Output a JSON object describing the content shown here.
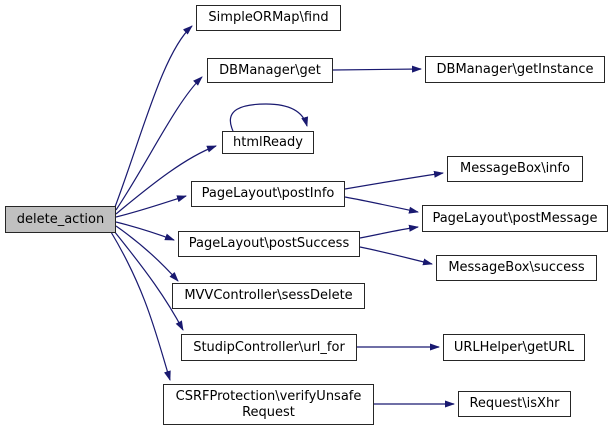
{
  "diagram": {
    "type": "call-graph",
    "colors": {
      "edge_color": "#191970",
      "node_border": "#262626",
      "node_fill": "#ffffff",
      "highlight_fill": "#c0c0c0",
      "bg": "#ffffff",
      "text": "#000000"
    },
    "nodes": [
      {
        "id": "delete_action",
        "label": "delete_action",
        "highlighted": true
      },
      {
        "id": "simpleormap_find",
        "label": "SimpleORMap\\find"
      },
      {
        "id": "dbmanager_get",
        "label": "DBManager\\get"
      },
      {
        "id": "htmlready",
        "label": "htmlReady"
      },
      {
        "id": "pagelayout_postinfo",
        "label": "PageLayout\\postInfo"
      },
      {
        "id": "pagelayout_postsuccess",
        "label": "PageLayout\\postSuccess"
      },
      {
        "id": "mvvcontroller_sessdelete",
        "label": "MVVController\\sessDelete"
      },
      {
        "id": "studipcontroller_url_for",
        "label": "StudipController\\url_for"
      },
      {
        "id": "csrfprotection_verifyunsaferequest",
        "label": "CSRFProtection\\verifyUnsafe Request"
      },
      {
        "id": "dbmanager_getinstance",
        "label": "DBManager\\getInstance"
      },
      {
        "id": "messagebox_info",
        "label": "MessageBox\\info"
      },
      {
        "id": "pagelayout_postmessage",
        "label": "PageLayout\\postMessage"
      },
      {
        "id": "messagebox_success",
        "label": "MessageBox\\success"
      },
      {
        "id": "urlhelper_geturl",
        "label": "URLHelper\\getURL"
      },
      {
        "id": "request_isxhr",
        "label": "Request\\isXhr"
      }
    ],
    "edges": [
      {
        "from": "delete_action",
        "to": "SimpleORMap\\find"
      },
      {
        "from": "delete_action",
        "to": "DBManager\\get"
      },
      {
        "from": "delete_action",
        "to": "htmlReady"
      },
      {
        "from": "delete_action",
        "to": "PageLayout\\postInfo"
      },
      {
        "from": "delete_action",
        "to": "PageLayout\\postSuccess"
      },
      {
        "from": "delete_action",
        "to": "MVVController\\sessDelete"
      },
      {
        "from": "delete_action",
        "to": "StudipController\\url_for"
      },
      {
        "from": "delete_action",
        "to": "CSRFProtection\\verifyUnsafeRequest"
      },
      {
        "from": "DBManager\\get",
        "to": "DBManager\\getInstance"
      },
      {
        "from": "htmlReady",
        "to": "htmlReady"
      },
      {
        "from": "PageLayout\\postInfo",
        "to": "MessageBox\\info"
      },
      {
        "from": "PageLayout\\postInfo",
        "to": "PageLayout\\postMessage"
      },
      {
        "from": "PageLayout\\postSuccess",
        "to": "PageLayout\\postMessage"
      },
      {
        "from": "PageLayout\\postSuccess",
        "to": "MessageBox\\success"
      },
      {
        "from": "StudipController\\url_for",
        "to": "URLHelper\\getURL"
      },
      {
        "from": "CSRFProtection\\verifyUnsafeRequest",
        "to": "Request\\isXhr"
      }
    ]
  }
}
